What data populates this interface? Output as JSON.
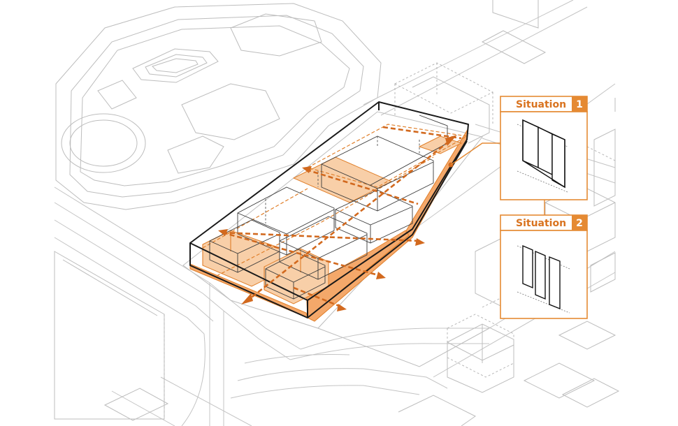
{
  "callouts": [
    {
      "label": "Situation",
      "number": "1"
    },
    {
      "label": "Situation",
      "number": "2"
    }
  ],
  "colors": {
    "accent": "#e58a33",
    "orange_fill": "#f4a86a",
    "outline": "#1a1a1a",
    "context_lines": "#bdbdbd"
  }
}
